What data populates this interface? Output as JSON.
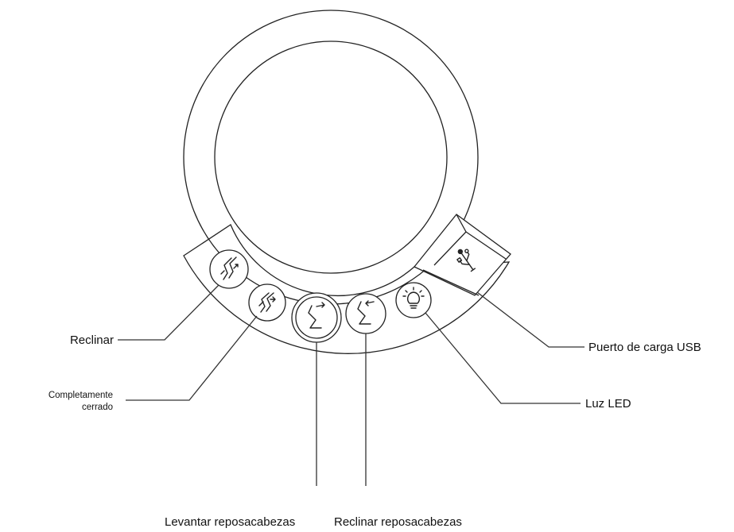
{
  "labels": {
    "reclinar": "Reclinar",
    "completamente_line1": "Completamente",
    "completamente_line2": "cerrado",
    "levantar_reposacabezas": "Levantar reposacabezas",
    "reclinar_reposacabezas": "Reclinar reposacabezas",
    "luz_led": "Luz LED",
    "puerto_usb": "Puerto de carga USB"
  },
  "colors": {
    "ink": "#222222",
    "background": "#ffffff"
  },
  "icons": [
    "recline-icon",
    "fully-closed-icon",
    "headrest-up-icon",
    "headrest-recline-icon",
    "led-light-icon",
    "usb-icon"
  ]
}
